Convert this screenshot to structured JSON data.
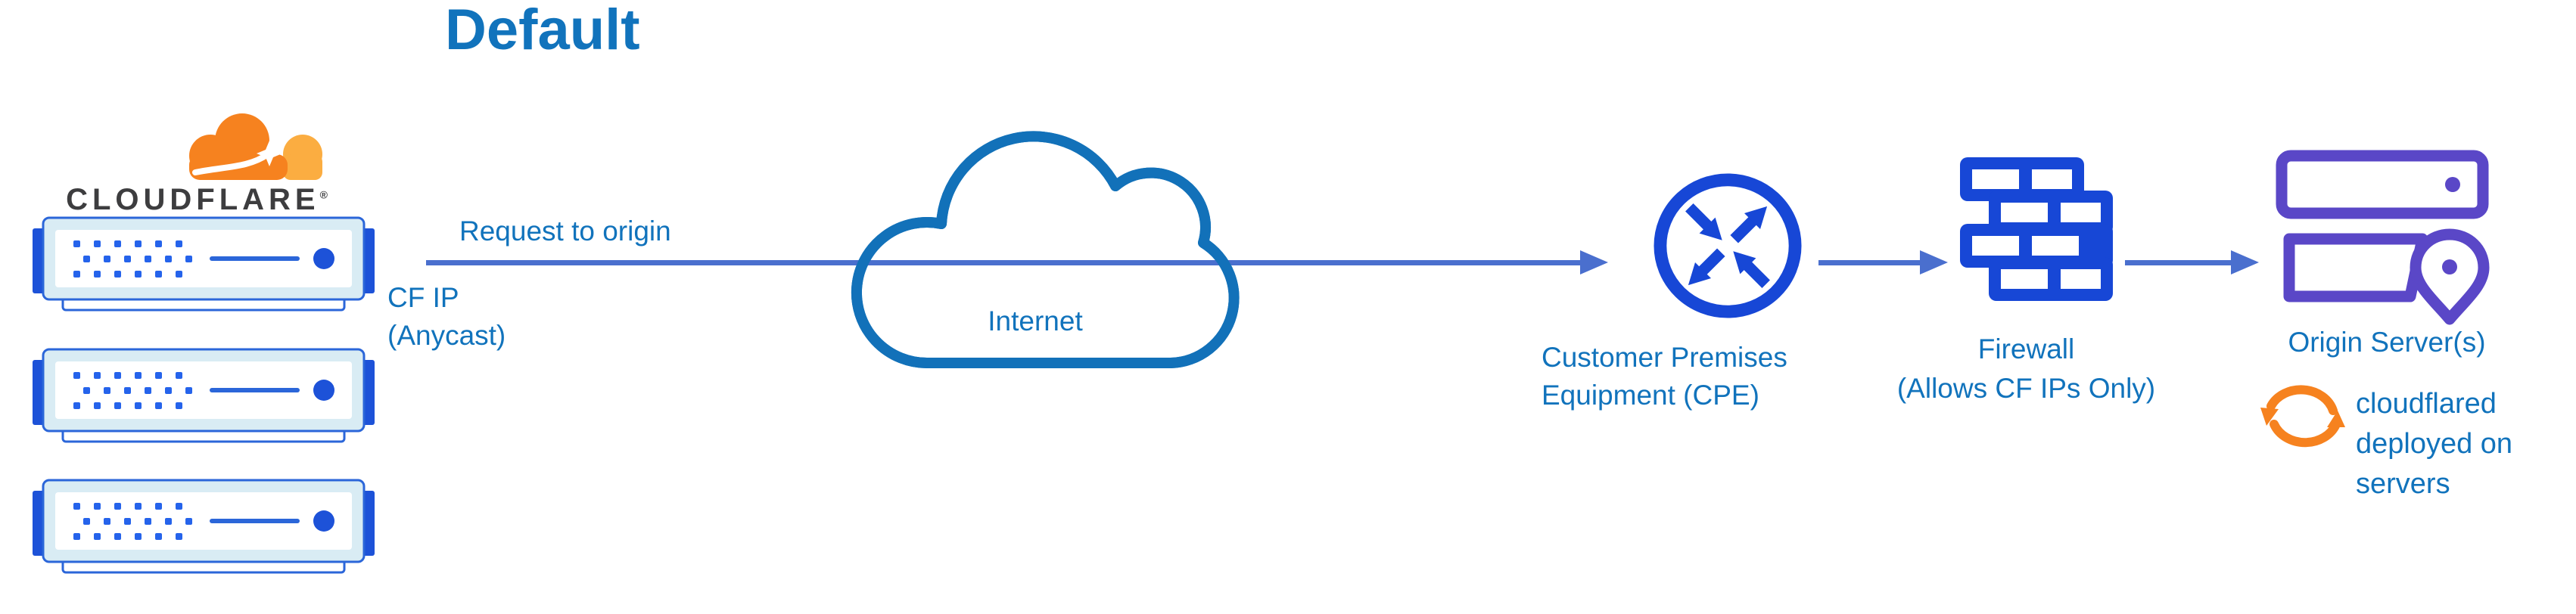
{
  "title": "Default",
  "brand": {
    "wordmark": "CLOUDFLARE",
    "registered": "®"
  },
  "flow": {
    "request_label": "Request to origin",
    "cf_ip_line1": "CF IP",
    "cf_ip_line2": "(Anycast)"
  },
  "internet": {
    "label": "Internet"
  },
  "cpe": {
    "label_line1": "Customer Premises",
    "label_line2": "Equipment (CPE)"
  },
  "firewall": {
    "label_line1": "Firewall",
    "label_line2": "(Allows CF IPs Only)"
  },
  "origin": {
    "label": "Origin Server(s)",
    "note_line1": "cloudflared",
    "note_line2": "deployed on",
    "note_line3": "servers"
  },
  "icons": {
    "cloudflare_logo": "cloudflare-cloud-logo",
    "edge_servers": "cloudflare-edge-server-stack (3 servers)",
    "internet": "internet-cloud",
    "cpe": "router-crossing-arrows",
    "firewall": "brick-wall",
    "origin": "server-stack-with-location-pin",
    "cloudflared": "orange-sync-arrows"
  },
  "colors": {
    "text_blue": "#1173bc",
    "line_blue": "#4a6fce",
    "icon_royal_blue": "#1747d6",
    "server_border_blue": "#2b66d9",
    "server_tab_blue": "#1d52d8",
    "server_fill": "#d9ecf4",
    "cloud_outline_blue": "#1271b9",
    "origin_purple": "#5a47c7",
    "cloudflare_orange": "#f6821f",
    "cloudflare_orange_light": "#fbad41",
    "wordmark_gray": "#3d3d3f"
  }
}
